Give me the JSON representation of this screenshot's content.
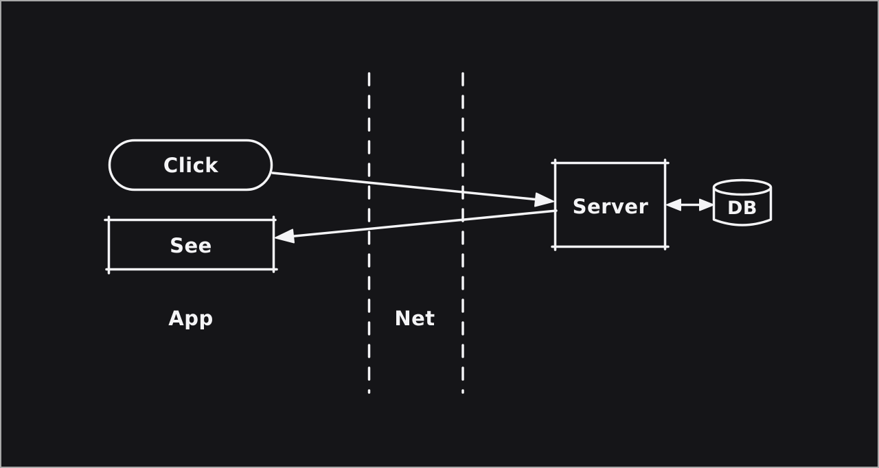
{
  "canvas": {
    "background_color": "#151518",
    "stroke_color": "#f4f4f6",
    "frame_border_color": "#a8a8a8",
    "style": "excalidraw-dark-hand-drawn"
  },
  "nodes": {
    "click": {
      "label": "Click",
      "shape": "pill"
    },
    "see": {
      "label": "See",
      "shape": "rectangle"
    },
    "server": {
      "label": "Server",
      "shape": "rectangle"
    },
    "db": {
      "label": "DB",
      "shape": "database-cylinder"
    }
  },
  "zones": {
    "app_label": "App",
    "net_label": "Net"
  },
  "edges": [
    {
      "from": "click",
      "to": "server",
      "style": "arrow"
    },
    {
      "from": "server",
      "to": "see",
      "style": "arrow"
    },
    {
      "from": "server",
      "to": "db",
      "style": "double-arrow"
    }
  ]
}
